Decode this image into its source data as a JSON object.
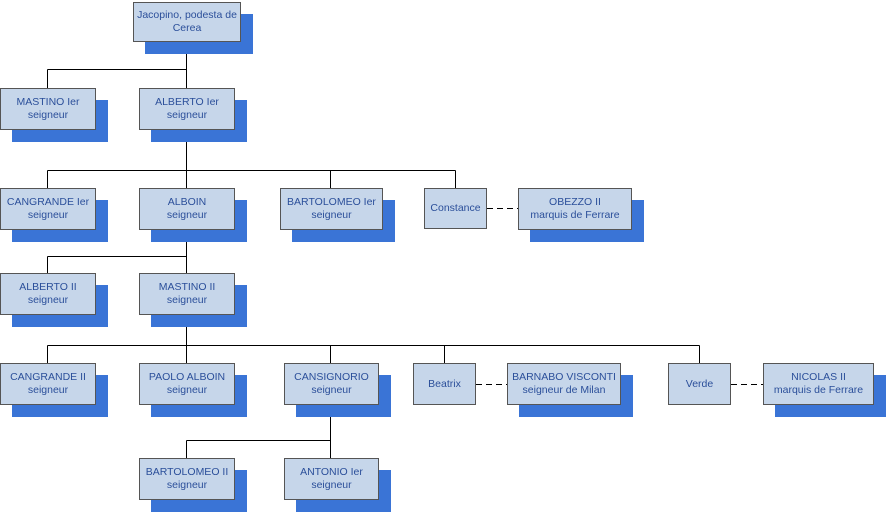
{
  "people": {
    "jacopino": {
      "line1": "Jacopino, podesta de",
      "line2": "Cerea"
    },
    "mastino1": {
      "line1": "MASTINO Ier",
      "line2": "seigneur"
    },
    "alberto1": {
      "line1": "ALBERTO Ier",
      "line2": "seigneur"
    },
    "cangrande1": {
      "line1": "CANGRANDE Ier",
      "line2": "seigneur"
    },
    "alboin": {
      "line1": "ALBOIN",
      "line2": "seigneur"
    },
    "bartolomeo1": {
      "line1": "BARTOLOMEO Ier",
      "line2": "seigneur"
    },
    "constance": {
      "line1": "Constance",
      "line2": ""
    },
    "obezzo2": {
      "line1": "OBEZZO II",
      "line2": "marquis de Ferrare"
    },
    "alberto2": {
      "line1": "ALBERTO II",
      "line2": "seigneur"
    },
    "mastino2": {
      "line1": "MASTINO II",
      "line2": "seigneur"
    },
    "cangrande2": {
      "line1": "CANGRANDE II",
      "line2": "seigneur"
    },
    "paolo_alboin": {
      "line1": "PAOLO ALBOIN",
      "line2": "seigneur"
    },
    "cansignorio": {
      "line1": "CANSIGNORIO",
      "line2": "seigneur"
    },
    "beatrix": {
      "line1": "Beatrix",
      "line2": ""
    },
    "barnabo": {
      "line1": "BARNABO VISCONTI",
      "line2": "seigneur de Milan"
    },
    "verde": {
      "line1": "Verde",
      "line2": ""
    },
    "nicolas2": {
      "line1": "NICOLAS II",
      "line2": "marquis de Ferrare"
    },
    "bartolomeo2": {
      "line1": "BARTOLOMEO II",
      "line2": "seigneur"
    },
    "antonio1": {
      "line1": "ANTONIO Ier",
      "line2": "seigneur"
    }
  },
  "colors": {
    "box_fill": "#c6d6ea",
    "shadow": "#3a74d6",
    "text": "#2b4f9a",
    "line": "#000000"
  }
}
